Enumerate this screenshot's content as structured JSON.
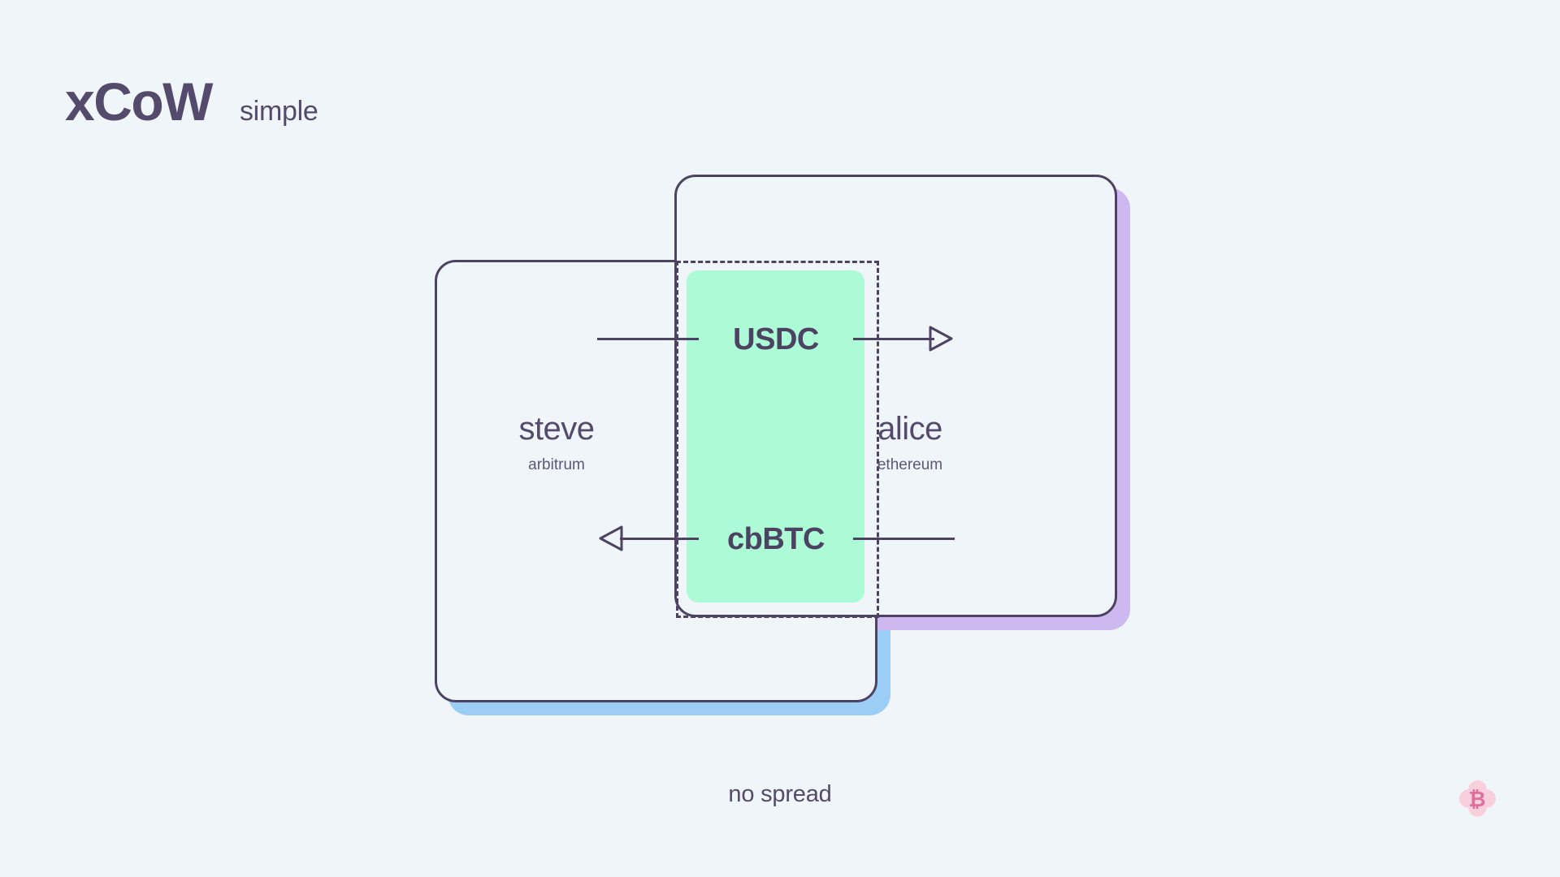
{
  "header": {
    "brand": "xCoW",
    "variant": "simple"
  },
  "diagram": {
    "type": "coincidence-of-wants-swap",
    "parties": [
      {
        "id": "steve",
        "name": "steve",
        "chain": "arbitrum",
        "side": "left",
        "shadow_color": "#9ccdf5"
      },
      {
        "id": "alice",
        "name": "alice",
        "chain": "ethereum",
        "side": "right",
        "shadow_color": "#cdb8ef"
      }
    ],
    "overlap_region": {
      "style": "dashed",
      "fill_color": "#adfbd6",
      "border_color": "#4c4261"
    },
    "flows": [
      {
        "id": "usdc",
        "token": "USDC",
        "direction": "left-to-right",
        "from": "steve",
        "to": "alice"
      },
      {
        "id": "cbbtc",
        "token": "cbBTC",
        "direction": "right-to-left",
        "from": "alice",
        "to": "steve"
      }
    ],
    "caption": "no spread"
  },
  "badge": {
    "icon": "bitcoin-icon",
    "symbol": "₿",
    "bg_color": "#f8cfdd",
    "fg_color": "#dd6f9b"
  },
  "colors": {
    "background": "#f0f5f9",
    "ink": "#4c4261",
    "text": "#544a6b",
    "cow_green": "#adfbd6",
    "shadow_blue": "#9ccdf5",
    "shadow_purple": "#cdb8ef"
  }
}
